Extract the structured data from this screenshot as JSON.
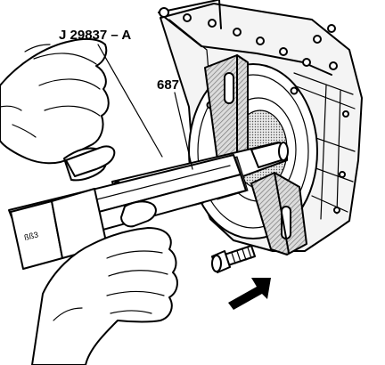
{
  "figure": {
    "callouts": {
      "tool_number": "J 29837 – A",
      "part_number": "687"
    },
    "tool_stamp": "ßß3"
  },
  "colors": {
    "line": "#000000",
    "background": "#ffffff",
    "shade": "#9a9a9a"
  }
}
